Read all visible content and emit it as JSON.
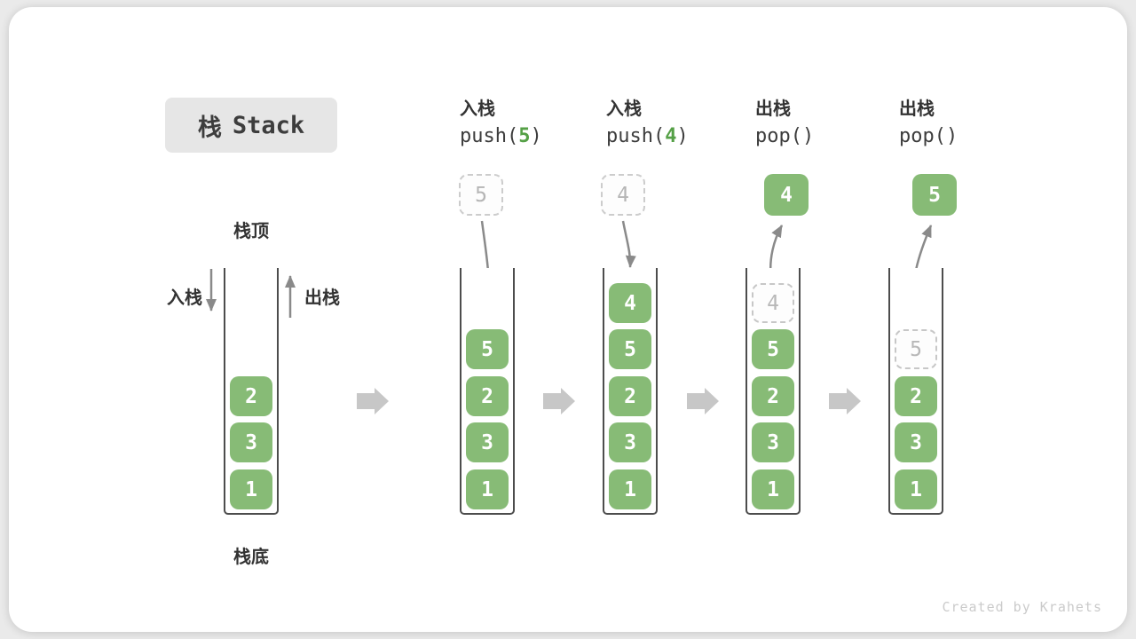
{
  "title": {
    "zh": "栈",
    "en": "Stack"
  },
  "labels": {
    "stack_top": "栈顶",
    "stack_bottom": "栈底",
    "push_side": "入栈",
    "pop_side": "出栈"
  },
  "stack0": {
    "cells": [
      {
        "v": "2"
      },
      {
        "v": "3"
      },
      {
        "v": "1"
      }
    ]
  },
  "columns": [
    {
      "op_zh": "入栈",
      "code_pre": "push(",
      "code_arg": "5",
      "code_post": ")",
      "float_value": "5",
      "float_style": "dashed",
      "cells": [
        {
          "v": "5"
        },
        {
          "v": "2"
        },
        {
          "v": "3"
        },
        {
          "v": "1"
        }
      ]
    },
    {
      "op_zh": "入栈",
      "code_pre": "push(",
      "code_arg": "4",
      "code_post": ")",
      "float_value": "4",
      "float_style": "dashed",
      "cells": [
        {
          "v": "4"
        },
        {
          "v": "5"
        },
        {
          "v": "2"
        },
        {
          "v": "3"
        },
        {
          "v": "1"
        }
      ]
    },
    {
      "op_zh": "出栈",
      "code_pre": "pop(",
      "code_arg": "",
      "code_post": ")",
      "float_value": "4",
      "float_style": "solid",
      "cells": [
        {
          "v": "4",
          "ghost": true
        },
        {
          "v": "5"
        },
        {
          "v": "2"
        },
        {
          "v": "3"
        },
        {
          "v": "1"
        }
      ]
    },
    {
      "op_zh": "出栈",
      "code_pre": "pop(",
      "code_arg": "",
      "code_post": ")",
      "float_value": "5",
      "float_style": "solid",
      "cells": [
        {
          "v": "5",
          "ghost": true
        },
        {
          "v": "2"
        },
        {
          "v": "3"
        },
        {
          "v": "1"
        }
      ]
    }
  ],
  "watermark": "Created by Krahets",
  "colors": {
    "box_green": "#87BB76",
    "code_arg_green": "#55A046",
    "curve_arrow_gray": "#8A8A8A",
    "block_arrow_gray": "#C7C7C7",
    "container_line": "#4D4D4D"
  }
}
